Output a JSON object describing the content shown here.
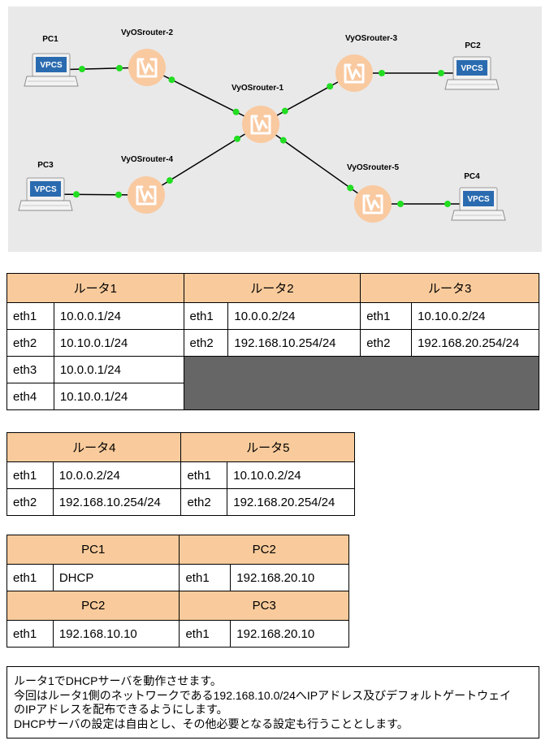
{
  "topology": {
    "nodes": [
      {
        "id": "pc1",
        "type": "vpcs",
        "label": "PC1",
        "icon": "vpcs-icon"
      },
      {
        "id": "pc2",
        "type": "vpcs",
        "label": "PC2",
        "icon": "vpcs-icon"
      },
      {
        "id": "pc3",
        "type": "vpcs",
        "label": "PC3",
        "icon": "vpcs-icon"
      },
      {
        "id": "pc4",
        "type": "vpcs",
        "label": "PC4",
        "icon": "vpcs-icon"
      },
      {
        "id": "r1",
        "type": "router",
        "label": "VyOSrouter-1",
        "icon": "vyos-router-icon"
      },
      {
        "id": "r2",
        "type": "router",
        "label": "VyOSrouter-2",
        "icon": "vyos-router-icon"
      },
      {
        "id": "r3",
        "type": "router",
        "label": "VyOSrouter-3",
        "icon": "vyos-router-icon"
      },
      {
        "id": "r4",
        "type": "router",
        "label": "VyOSrouter-4",
        "icon": "vyos-router-icon"
      },
      {
        "id": "r5",
        "type": "router",
        "label": "VyOSrouter-5",
        "icon": "vyos-router-icon"
      }
    ],
    "links": [
      {
        "from": "pc1",
        "to": "r2"
      },
      {
        "from": "r2",
        "to": "r1"
      },
      {
        "from": "r1",
        "to": "r3"
      },
      {
        "from": "r3",
        "to": "pc2"
      },
      {
        "from": "pc3",
        "to": "r4"
      },
      {
        "from": "r4",
        "to": "r1"
      },
      {
        "from": "r1",
        "to": "r5"
      },
      {
        "from": "r5",
        "to": "pc4"
      }
    ],
    "vpcs_text": "VPCS",
    "colors": {
      "background": "#e9e9e9",
      "link": "#000000",
      "link_status": "#22dd22",
      "router": "#f9c9a0",
      "vpcs_screen": "#2a6bb0"
    }
  },
  "table1": {
    "headers": [
      "ルータ1",
      "ルータ2",
      "ルータ3"
    ],
    "rows": [
      [
        "eth1",
        "10.0.0.1/24",
        "eth1",
        "10.0.0.2/24",
        "eth1",
        "10.10.0.2/24"
      ],
      [
        "eth2",
        "10.10.0.1/24",
        "eth2",
        "192.168.10.254/24",
        "eth2",
        "192.168.20.254/24"
      ],
      [
        "eth3",
        "10.0.0.1/24"
      ],
      [
        "eth4",
        "10.10.0.1/24"
      ]
    ]
  },
  "table2": {
    "headers": [
      "ルータ4",
      "ルータ5"
    ],
    "rows": [
      [
        "eth1",
        "10.0.0.2/24",
        "eth1",
        "10.10.0.2/24"
      ],
      [
        "eth2",
        "192.168.10.254/24",
        "eth2",
        "192.168.20.254/24"
      ]
    ]
  },
  "table3": {
    "headers1": [
      "PC1",
      "PC2"
    ],
    "row1": [
      "eth1",
      "DHCP",
      "eth1",
      "192.168.20.10"
    ],
    "headers2": [
      "PC2",
      "PC3"
    ],
    "row2": [
      "eth1",
      "192.168.10.10",
      "eth1",
      "192.168.20.10"
    ]
  },
  "note": {
    "lines": [
      "ルータ1でDHCPサーバを動作させます。",
      "今回はルータ1側のネットワークである192.168.10.0/24へIPアドレス及びデフォルトゲートウェイ",
      "のIPアドレスを配布できるようにします。",
      "DHCPサーバの設定は自由とし、その他必要となる設定も行うこととします。"
    ]
  },
  "colors": {
    "header": "#f9cb9c",
    "empty_cell": "#666666",
    "border": "#000000"
  }
}
